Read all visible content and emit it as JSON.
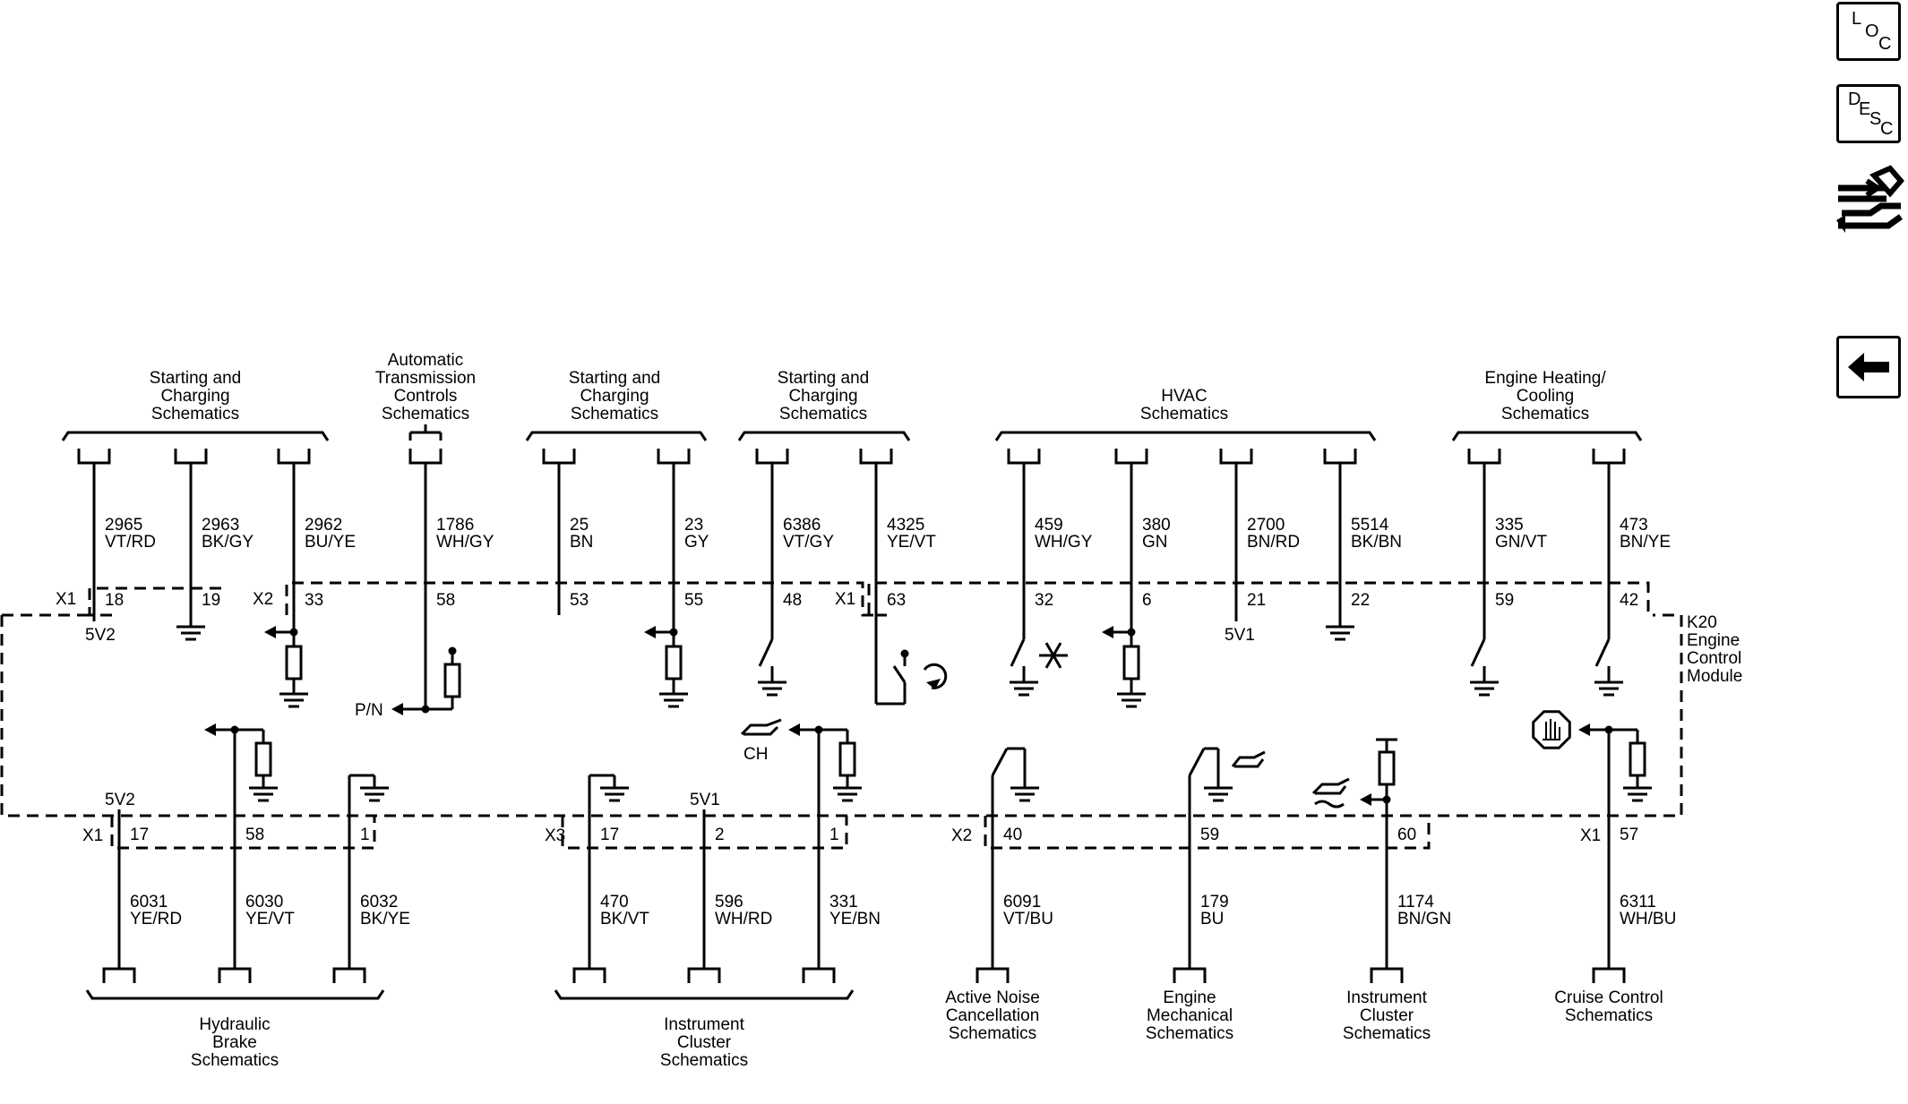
{
  "nav": {
    "loc": [
      "L",
      "O",
      "C"
    ],
    "desc": [
      "D",
      "E",
      "S",
      "C"
    ],
    "navigate_icon": "arrows-wrench-icon",
    "back_icon": "back-arrow-icon"
  },
  "module": {
    "name": [
      "K20",
      "Engine",
      "Control",
      "Module"
    ]
  },
  "top": {
    "destinations": [
      {
        "id": "start1",
        "lines": [
          "Starting and",
          "Charging",
          "Schematics"
        ]
      },
      {
        "id": "trans",
        "lines": [
          "Automatic",
          "Transmission",
          "Controls",
          "Schematics"
        ]
      },
      {
        "id": "start2",
        "lines": [
          "Starting and",
          "Charging",
          "Schematics"
        ]
      },
      {
        "id": "start3",
        "lines": [
          "Starting and",
          "Charging",
          "Schematics"
        ]
      },
      {
        "id": "hvac",
        "lines": [
          "HVAC",
          "Schematics"
        ]
      },
      {
        "id": "heat",
        "lines": [
          "Engine Heating/",
          "Cooling",
          "Schematics"
        ]
      }
    ],
    "connectors": [
      "X1",
      "X2",
      "X1"
    ],
    "wires": [
      {
        "circuit": "2965",
        "color": "VT/RD",
        "pin": "18"
      },
      {
        "circuit": "2963",
        "color": "BK/GY",
        "pin": "19"
      },
      {
        "circuit": "2962",
        "color": "BU/YE",
        "pin": "33"
      },
      {
        "circuit": "1786",
        "color": "WH/GY",
        "pin": "58"
      },
      {
        "circuit": "25",
        "color": "BN",
        "pin": "53"
      },
      {
        "circuit": "23",
        "color": "GY",
        "pin": "55"
      },
      {
        "circuit": "6386",
        "color": "VT/GY",
        "pin": "48"
      },
      {
        "circuit": "4325",
        "color": "YE/VT",
        "pin": "63"
      },
      {
        "circuit": "459",
        "color": "WH/GY",
        "pin": "32"
      },
      {
        "circuit": "380",
        "color": "GN",
        "pin": "6"
      },
      {
        "circuit": "2700",
        "color": "BN/RD",
        "pin": "21"
      },
      {
        "circuit": "5514",
        "color": "BK/BN",
        "pin": "22"
      },
      {
        "circuit": "335",
        "color": "GN/VT",
        "pin": "59"
      },
      {
        "circuit": "473",
        "color": "BN/YE",
        "pin": "42"
      }
    ],
    "internal": [
      "5V2",
      "P/N",
      "5V1"
    ]
  },
  "bottom": {
    "destinations": [
      {
        "id": "brake",
        "lines": [
          "Hydraulic",
          "Brake",
          "Schematics"
        ]
      },
      {
        "id": "cluster1",
        "lines": [
          "Instrument",
          "Cluster",
          "Schematics"
        ]
      },
      {
        "id": "anc",
        "lines": [
          "Active Noise",
          "Cancellation",
          "Schematics"
        ]
      },
      {
        "id": "mech",
        "lines": [
          "Engine",
          "Mechanical",
          "Schematics"
        ]
      },
      {
        "id": "cluster2",
        "lines": [
          "Instrument",
          "Cluster",
          "Schematics"
        ]
      },
      {
        "id": "cruise",
        "lines": [
          "Cruise Control",
          "Schematics"
        ]
      }
    ],
    "connectors": [
      "X1",
      "X3",
      "X2",
      "X1"
    ],
    "wires": [
      {
        "circuit": "6031",
        "color": "YE/RD",
        "pin": "17"
      },
      {
        "circuit": "6030",
        "color": "YE/VT",
        "pin": "58"
      },
      {
        "circuit": "6032",
        "color": "BK/YE",
        "pin": "1"
      },
      {
        "circuit": "470",
        "color": "BK/VT",
        "pin": "17"
      },
      {
        "circuit": "596",
        "color": "WH/RD",
        "pin": "2"
      },
      {
        "circuit": "331",
        "color": "YE/BN",
        "pin": "1"
      },
      {
        "circuit": "6091",
        "color": "VT/BU",
        "pin": "40"
      },
      {
        "circuit": "179",
        "color": "BU",
        "pin": "59"
      },
      {
        "circuit": "1174",
        "color": "BN/GN",
        "pin": "60"
      },
      {
        "circuit": "6311",
        "color": "WH/BU",
        "pin": "57"
      }
    ],
    "internal": [
      "5V2",
      "5V1",
      "CH"
    ]
  }
}
